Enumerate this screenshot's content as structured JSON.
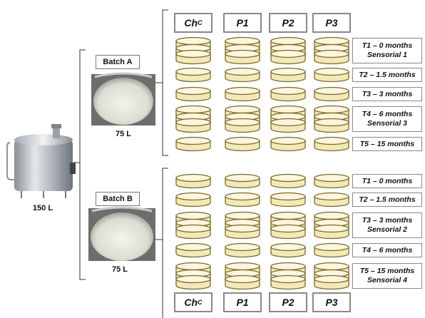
{
  "tank": {
    "volume": "150 L"
  },
  "batches": [
    {
      "label": "Batch A",
      "volume": "75 L"
    },
    {
      "label": "Batch B",
      "volume": "75 L"
    }
  ],
  "columns": {
    "ch_main": "Ch",
    "ch_sub": "C",
    "p1": "P1",
    "p2": "P2",
    "p3": "P3"
  },
  "batch_a_rows": [
    {
      "line1": "T1 – 0 months",
      "line2": "Sensorial  1",
      "cheeses": 3
    },
    {
      "line1": "T2 – 1.5 months",
      "line2": "",
      "cheeses": 1
    },
    {
      "line1": "T3 – 3 months",
      "line2": "",
      "cheeses": 1
    },
    {
      "line1": "T4 – 6 months",
      "line2": "Sensorial 3",
      "cheeses": 3
    },
    {
      "line1": "T5 – 15 months",
      "line2": "",
      "cheeses": 1
    }
  ],
  "batch_b_rows": [
    {
      "line1": "T1 – 0 months",
      "line2": "",
      "cheeses": 1
    },
    {
      "line1": "T2 – 1.5 months",
      "line2": "",
      "cheeses": 1
    },
    {
      "line1": "T3 – 3 months",
      "line2": "Sensorial 2",
      "cheeses": 3
    },
    {
      "line1": "T4 – 6 months",
      "line2": "",
      "cheeses": 1
    },
    {
      "line1": "T5 – 15 months",
      "line2": "Sensorial 4",
      "cheeses": 3
    }
  ],
  "colors": {
    "cheese_fill": "#f3e9b8",
    "cheese_stroke": "#7a6a2e",
    "bracket": "#333333",
    "box_border": "#888888"
  }
}
